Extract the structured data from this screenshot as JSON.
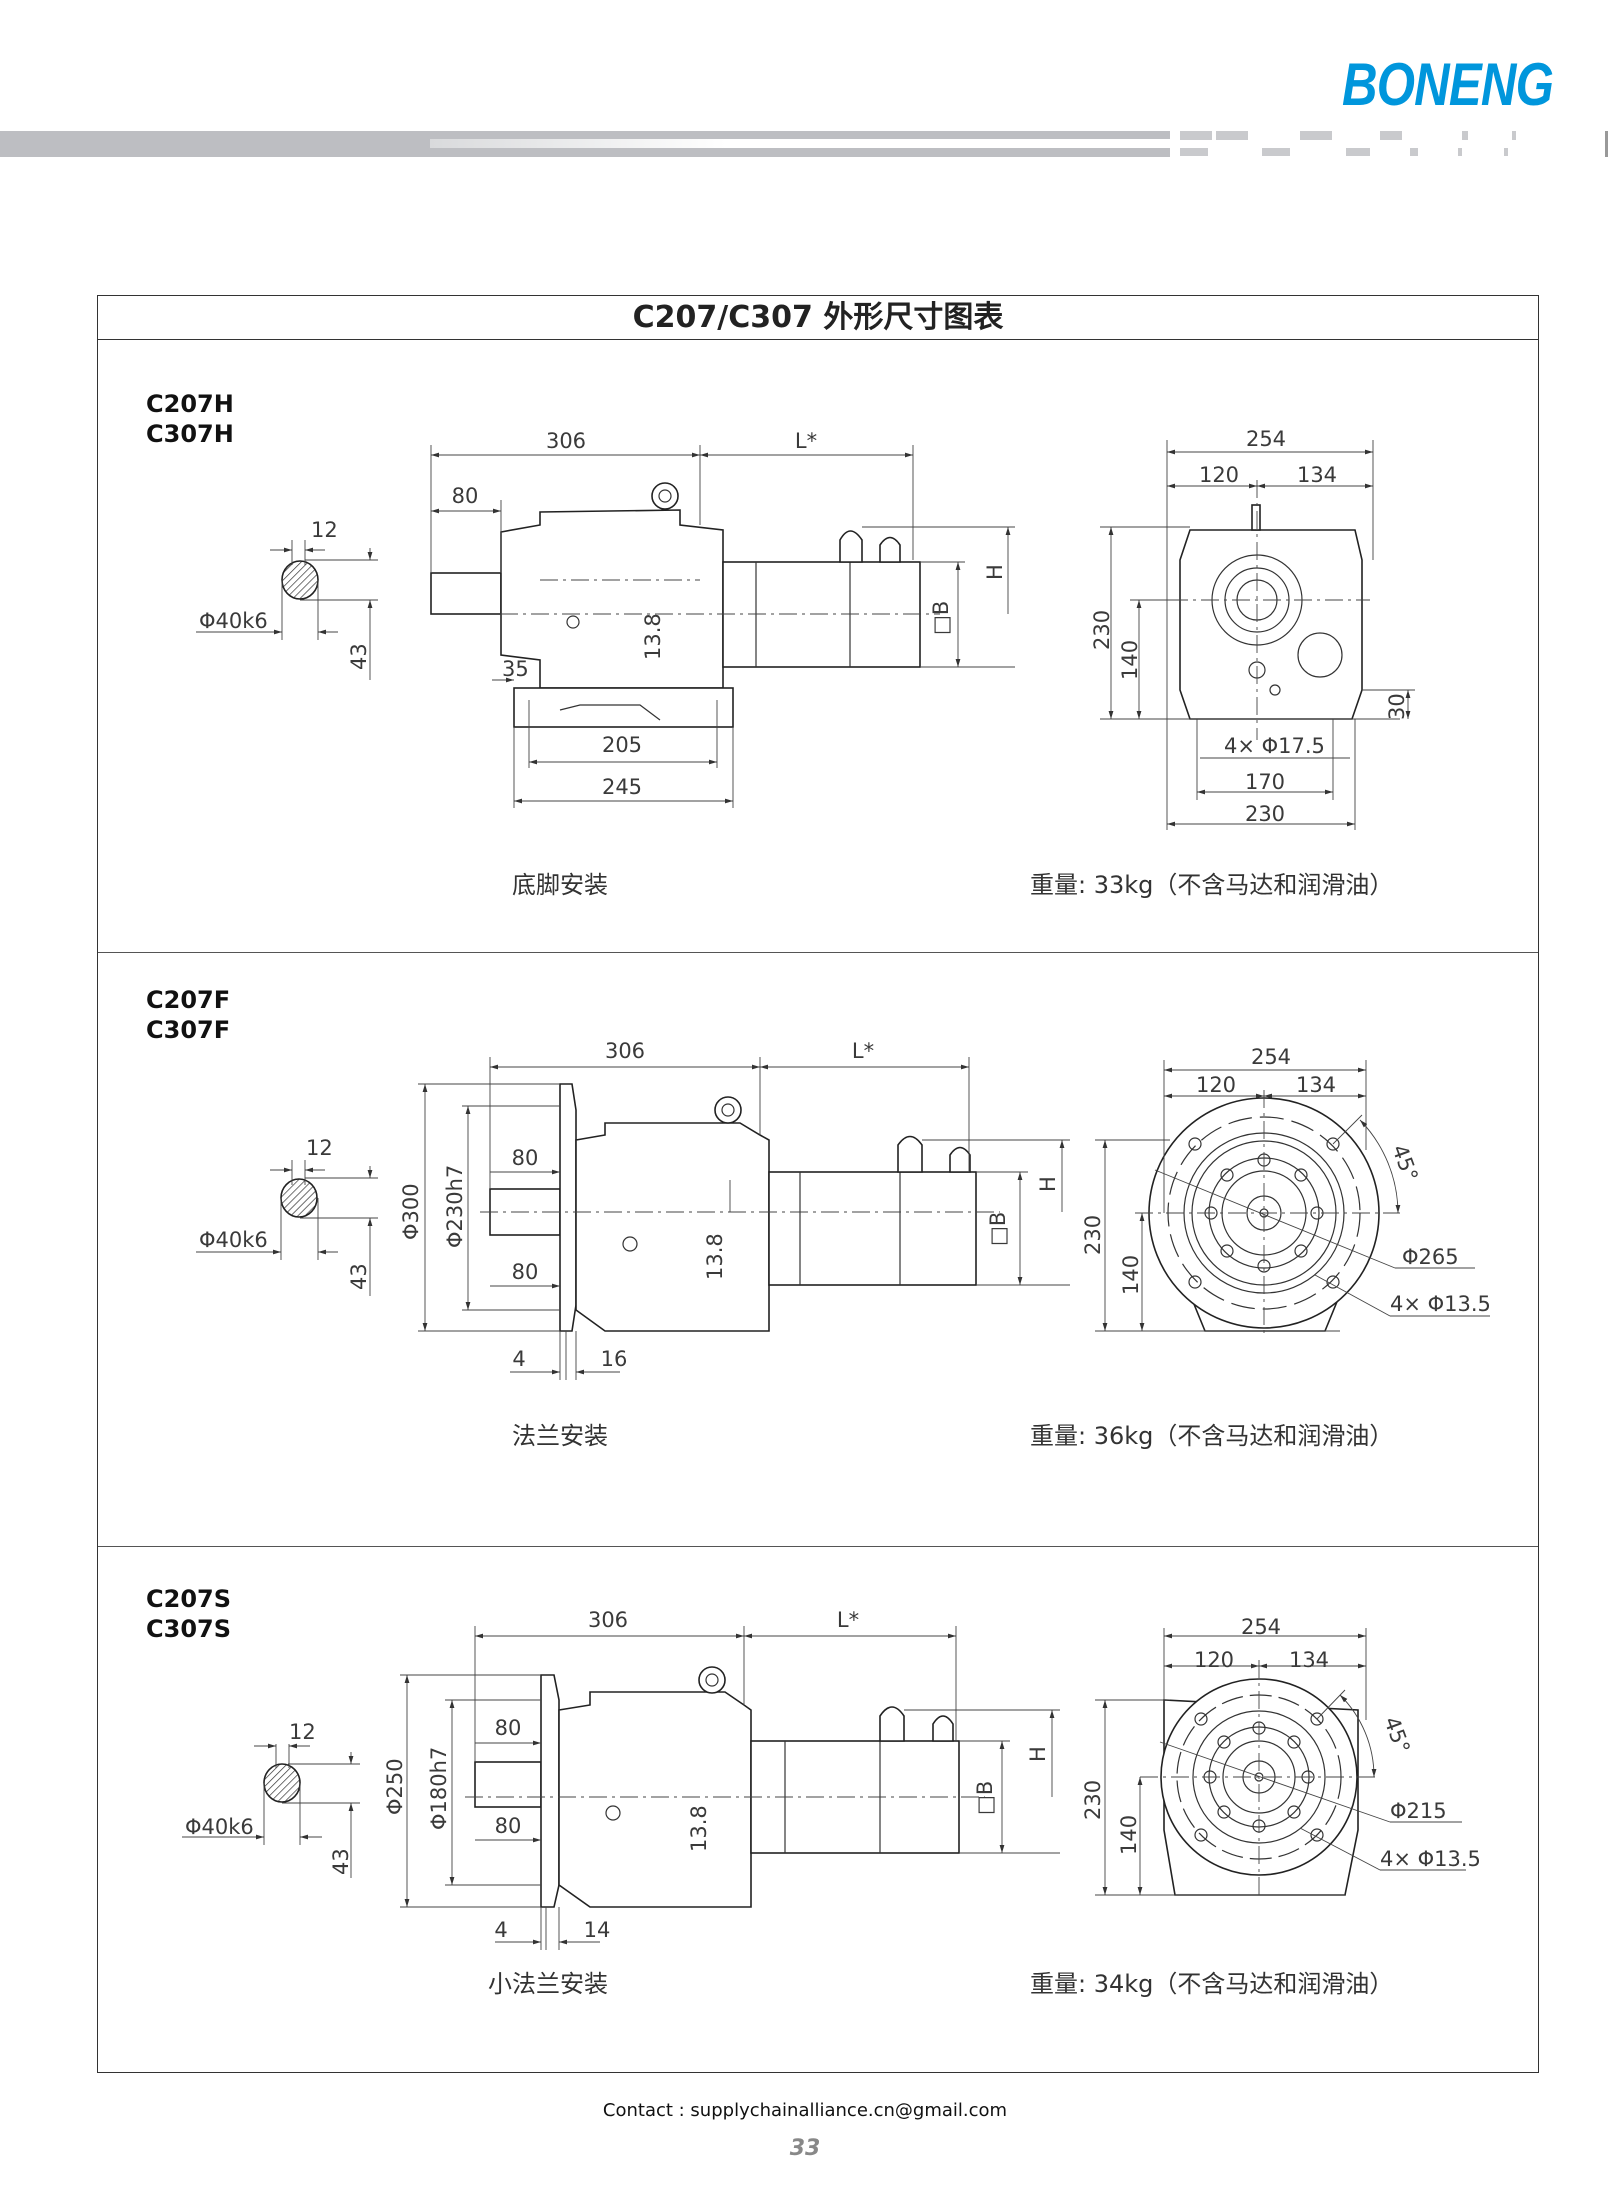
{
  "brand": {
    "logo": "BONENG",
    "color": "#0096dc"
  },
  "title": "C207/C307 外形尺寸图表",
  "sections": [
    {
      "models": [
        "C207H",
        "C307H"
      ],
      "caption": "底脚安装",
      "weight": "重量: 33kg（不含马达和润滑油）",
      "shaft": {
        "key": "12",
        "dia": "Φ40k6",
        "height": "43"
      },
      "side": {
        "total": "306",
        "motor": "L*",
        "shaft_len": "80",
        "offset": "35",
        "axis": "13.8",
        "base_inner": "205",
        "base_outer": "245",
        "h": "H",
        "b": "□B"
      },
      "end": {
        "width": "254",
        "left": "120",
        "right": "134",
        "height": "230",
        "axis_h": "140",
        "foot_h": "30",
        "holes": "4× Φ17.5",
        "hole_span": "170",
        "base_w": "230"
      }
    },
    {
      "models": [
        "C207F",
        "C307F"
      ],
      "caption": "法兰安装",
      "weight": "重量: 36kg（不含马达和润滑油）",
      "shaft": {
        "key": "12",
        "dia": "Φ40k6",
        "height": "43"
      },
      "side": {
        "total": "306",
        "motor": "L*",
        "flange_dia": "Φ300",
        "pilot": "Φ230h7",
        "shaft_top": "80",
        "shaft_bot": "80",
        "flange_t1": "4",
        "flange_t2": "16",
        "axis": "13.8",
        "h": "H",
        "b": "□B"
      },
      "end": {
        "width": "254",
        "left": "120",
        "right": "134",
        "height": "230",
        "axis_h": "140",
        "angle": "45°",
        "pcd": "Φ265",
        "holes": "4× Φ13.5"
      }
    },
    {
      "models": [
        "C207S",
        "C307S"
      ],
      "caption": "小法兰安装",
      "weight": "重量: 34kg（不含马达和润滑油）",
      "shaft": {
        "key": "12",
        "dia": "Φ40k6",
        "height": "43"
      },
      "side": {
        "total": "306",
        "motor": "L*",
        "flange_dia": "Φ250",
        "pilot": "Φ180h7",
        "shaft_top": "80",
        "shaft_bot": "80",
        "flange_t1": "4",
        "flange_t2": "14",
        "axis": "13.8",
        "h": "H",
        "b": "□B"
      },
      "end": {
        "width": "254",
        "left": "120",
        "right": "134",
        "height": "230",
        "axis_h": "140",
        "angle": "45°",
        "pcd": "Φ215",
        "holes": "4× Φ13.5"
      }
    }
  ],
  "footer": {
    "contact": "Contact : supplychainalliance.cn@gmail.com",
    "page": "33"
  }
}
